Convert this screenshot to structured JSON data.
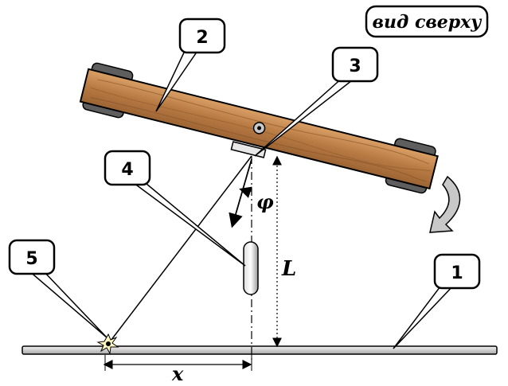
{
  "view_label": "вид сверху",
  "callouts": [
    "2",
    "3",
    "4",
    "5",
    "1"
  ],
  "symbols": {
    "angle": "φ",
    "length": "L",
    "distance": "x"
  },
  "colors": {
    "wood": "#c68a52",
    "wood_dark": "#8b5a2b",
    "metal": "#6e6e6e",
    "rail": "#cfcfcf",
    "arrow_gray": "#b9b9b9"
  }
}
